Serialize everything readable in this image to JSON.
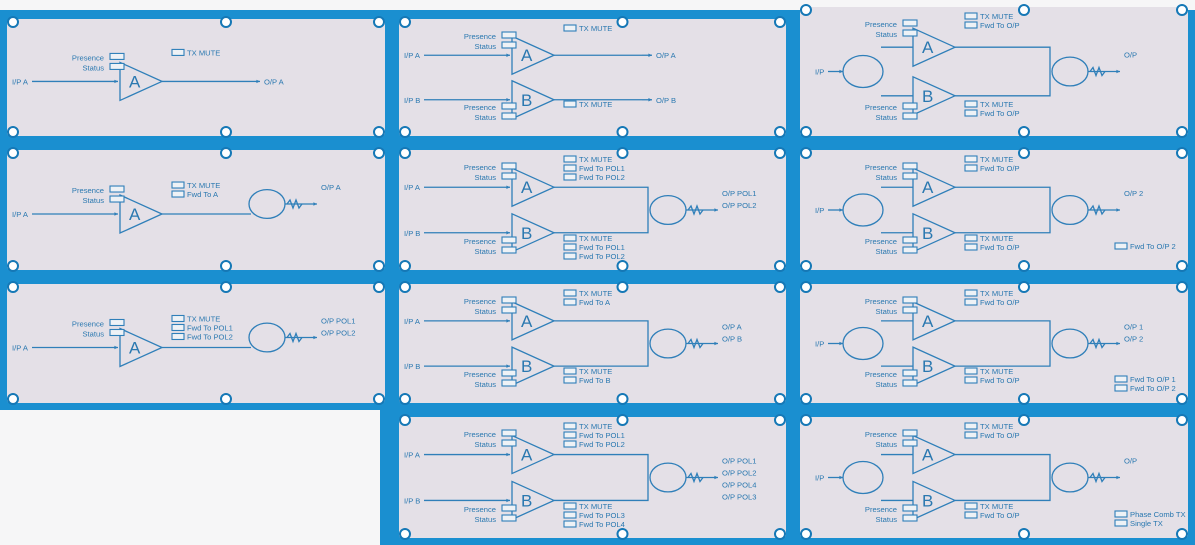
{
  "colors": {
    "frame": "#1a8fd0",
    "frame_dark": "#1578b6",
    "panel": "#e4e0e7",
    "ink": "#2f7fb9"
  },
  "panels": [
    {
      "amps": [
        {
          "letter": "A",
          "in": "I/P A",
          "leds": [
            "Presence",
            "Status"
          ],
          "mutes": [
            "TX MUTE"
          ],
          "outs": [
            "O/P A"
          ]
        }
      ]
    },
    {
      "amps": [
        {
          "letter": "A",
          "in": "I/P A",
          "leds": [
            "Presence",
            "Status"
          ],
          "mutes": [
            "TX MUTE"
          ],
          "outs": [
            "O/P A"
          ]
        },
        {
          "letter": "B",
          "in": "I/P B",
          "leds": [
            "Presence",
            "Status"
          ],
          "mutes": [
            "TX MUTE"
          ],
          "outs": [
            "O/P B"
          ]
        }
      ]
    },
    {
      "input": "I/P",
      "amps": [
        {
          "letter": "A",
          "leds": [
            "Presence",
            "Status"
          ],
          "mutes": [
            "TX MUTE",
            "Fwd To O/P"
          ]
        },
        {
          "letter": "B",
          "leds": [
            "Presence",
            "Status"
          ],
          "mutes": [
            "TX MUTE",
            "Fwd To O/P"
          ]
        }
      ],
      "outs": [
        "O/P"
      ]
    },
    {
      "amps": [
        {
          "letter": "A",
          "in": "I/P A",
          "leds": [
            "Presence",
            "Status"
          ],
          "mutes": [
            "TX MUTE",
            "Fwd To A"
          ]
        }
      ],
      "outs": [
        "O/P A"
      ]
    },
    {
      "amps": [
        {
          "letter": "A",
          "in": "I/P A",
          "leds": [
            "Presence",
            "Status"
          ],
          "mutes": [
            "TX MUTE",
            "Fwd To POL1",
            "Fwd To POL2"
          ]
        },
        {
          "letter": "B",
          "in": "I/P B",
          "leds": [
            "Presence",
            "Status"
          ],
          "mutes": [
            "TX MUTE",
            "Fwd To POL1",
            "Fwd To POL2"
          ]
        }
      ],
      "outs": [
        "O/P POL1",
        "O/P POL2"
      ]
    },
    {
      "input": "I/P",
      "amps": [
        {
          "letter": "A",
          "leds": [
            "Presence",
            "Status"
          ],
          "mutes": [
            "TX MUTE",
            "Fwd To O/P"
          ]
        },
        {
          "letter": "B",
          "leds": [
            "Presence",
            "Status"
          ],
          "mutes": [
            "TX MUTE",
            "Fwd To O/P"
          ]
        }
      ],
      "outs": [
        "O/P 2"
      ],
      "extra": [
        "Fwd To O/P 2"
      ]
    },
    {
      "amps": [
        {
          "letter": "A",
          "in": "I/P A",
          "leds": [
            "Presence",
            "Status"
          ],
          "mutes": [
            "TX MUTE",
            "Fwd To POL1",
            "Fwd To POL2"
          ]
        }
      ],
      "outs": [
        "O/P POL1",
        "O/P POL2"
      ]
    },
    {
      "amps": [
        {
          "letter": "A",
          "in": "I/P A",
          "leds": [
            "Presence",
            "Status"
          ],
          "mutes": [
            "TX MUTE",
            "Fwd To A"
          ]
        },
        {
          "letter": "B",
          "in": "I/P B",
          "leds": [
            "Presence",
            "Status"
          ],
          "mutes": [
            "TX MUTE",
            "Fwd To B"
          ]
        }
      ],
      "outs": [
        "O/P A",
        "O/P B"
      ]
    },
    {
      "input": "I/P",
      "amps": [
        {
          "letter": "A",
          "leds": [
            "Presence",
            "Status"
          ],
          "mutes": [
            "TX MUTE",
            "Fwd To O/P"
          ]
        },
        {
          "letter": "B",
          "leds": [
            "Presence",
            "Status"
          ],
          "mutes": [
            "TX MUTE",
            "Fwd To O/P"
          ]
        }
      ],
      "outs": [
        "O/P 1",
        "O/P 2"
      ],
      "extra": [
        "Fwd To O/P 1",
        "Fwd To O/P 2"
      ]
    },
    {
      "amps": [
        {
          "letter": "A",
          "in": "I/P A",
          "leds": [
            "Presence",
            "Status"
          ],
          "mutes": [
            "TX MUTE",
            "Fwd To POL1",
            "Fwd To POL2"
          ]
        },
        {
          "letter": "B",
          "in": "I/P B",
          "leds": [
            "Presence",
            "Status"
          ],
          "mutes": [
            "TX MUTE",
            "Fwd To POL3",
            "Fwd To POL4"
          ]
        }
      ],
      "outs": [
        "O/P POL1",
        "O/P POL2",
        "O/P POL4",
        "O/P POL3"
      ]
    },
    {
      "input": "I/P",
      "amps": [
        {
          "letter": "A",
          "leds": [
            "Presence",
            "Status"
          ],
          "mutes": [
            "TX MUTE",
            "Fwd To O/P"
          ]
        },
        {
          "letter": "B",
          "leds": [
            "Presence",
            "Status"
          ],
          "mutes": [
            "TX MUTE",
            "Fwd To O/P"
          ]
        }
      ],
      "outs": [
        "O/P"
      ],
      "extra": [
        "Phase Comb TX",
        "Single TX"
      ]
    }
  ]
}
